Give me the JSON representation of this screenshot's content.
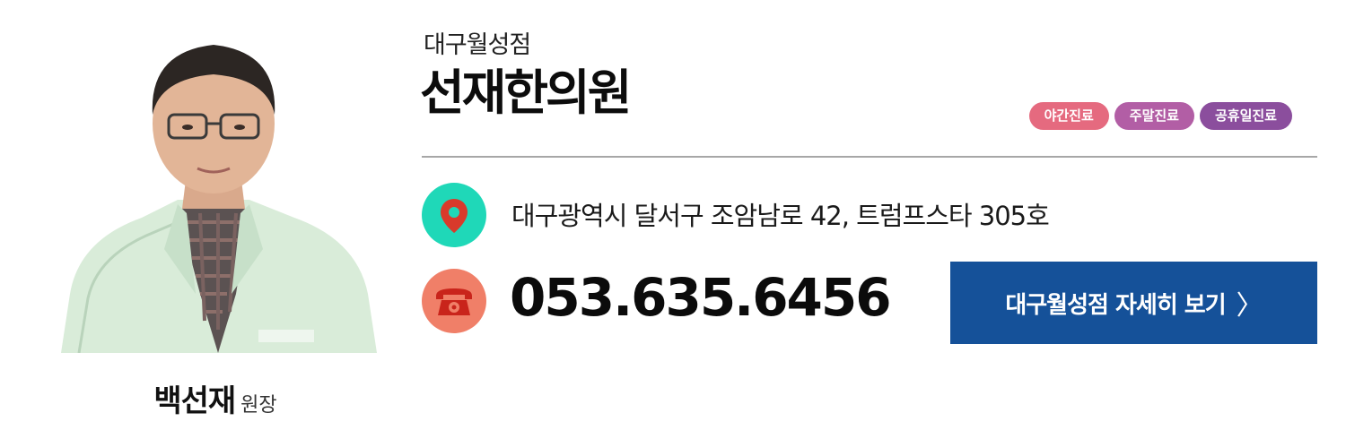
{
  "doctor": {
    "name": "백선재",
    "role": "원장"
  },
  "clinic": {
    "branch": "대구월성점",
    "name": "선재한의원",
    "badges": [
      {
        "label": "야간진료",
        "color": "#e56a7f"
      },
      {
        "label": "주말진료",
        "color": "#b25ea5"
      },
      {
        "label": "공휴일진료",
        "color": "#8b4e9d"
      }
    ]
  },
  "contact": {
    "address": "대구광역시 달서구 조암남로 42, 트럼프스타 305호",
    "phone": "053.635.6456",
    "location_icon": "map-pin-icon",
    "location_icon_color": "#1fd8b8",
    "phone_icon": "telephone-icon",
    "phone_icon_color": "#f07f68"
  },
  "cta": {
    "label": "대구월성점 자세히 보기",
    "icon": "chevron-right-icon",
    "color": "#155199"
  }
}
